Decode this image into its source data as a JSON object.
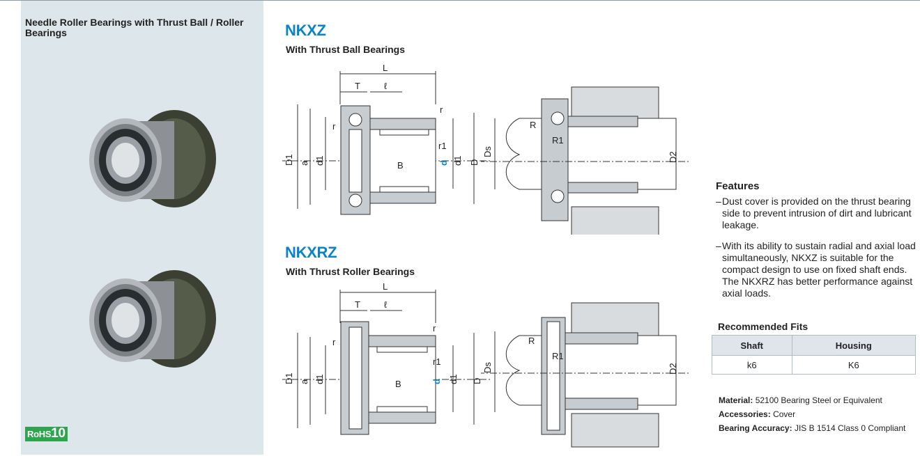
{
  "sidebar": {
    "title": "Needle Roller Bearings with Thrust Ball / Roller Bearings",
    "rohs": {
      "prefix": "RoHS",
      "number": "10",
      "color": "#2ea44f"
    }
  },
  "sections": [
    {
      "model": "NKXZ",
      "subtitle": "With Thrust Ball Bearings"
    },
    {
      "model": "NKXRZ",
      "subtitle": "With Thrust Roller Bearings"
    }
  ],
  "dimension_labels": {
    "L": "L",
    "T": "T",
    "ell": "ℓ",
    "r": "r",
    "r1": "r1",
    "B": "B",
    "D1": "D1",
    "a": "a",
    "d1": "d1",
    "d": "d",
    "D": "D",
    "Ds": "Ds",
    "R": "R",
    "R1": "R1",
    "D2": "D2"
  },
  "features": {
    "heading": "Features",
    "items": [
      "Dust cover is provided on the thrust bearing side to prevent intrusion of dirt and lubricant leakage.",
      "With its ability to sustain radial and axial load simultaneously, NKXZ is suitable for the compact design to use on fixed shaft ends. The NKXRZ has better performance against axial loads."
    ],
    "dash": "–"
  },
  "fits": {
    "heading": "Recommended Fits",
    "columns": [
      "Shaft",
      "Housing"
    ],
    "row": [
      "k6",
      "K6"
    ]
  },
  "specs": [
    {
      "label": "Material:",
      "value": "52100 Bearing Steel or Equivalent"
    },
    {
      "label": "Accessories:",
      "value": "Cover"
    },
    {
      "label": "Bearing Accuracy:",
      "value": "JIS B 1514 Class 0 Compliant"
    }
  ],
  "colors": {
    "accent": "#0a84c6",
    "sidebar": "#dde6ea",
    "table_header": "#dfe5ea"
  }
}
